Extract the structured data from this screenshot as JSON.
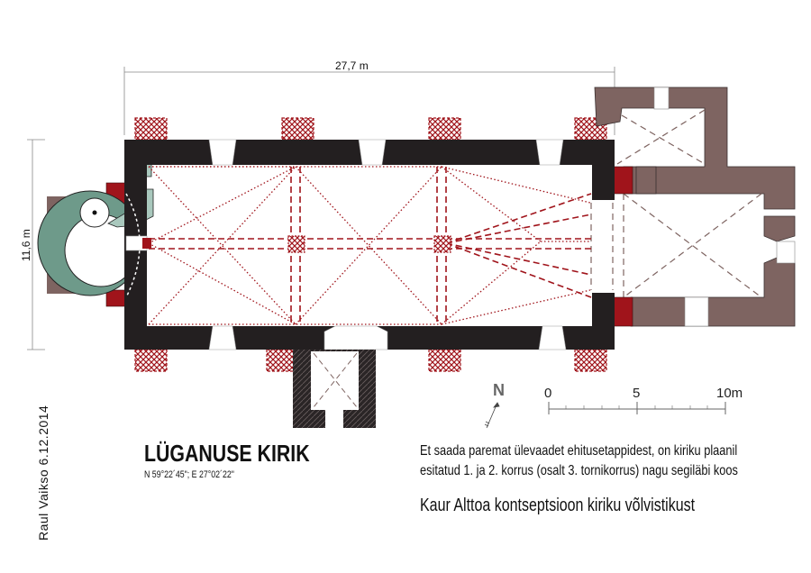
{
  "title": "LÜGANUSE KIRIK",
  "coordinates": "N 59°22´45\"; E 27°02´22\"",
  "note_lines": [
    "Et saada paremat ülevaadet ehitusetappidest, on kiriku plaanil",
    "esitatud 1. ja 2. korrus (osalt 3. tornikorrus) nagu segiläbi koos"
  ],
  "concept": "Kaur Alttoa kontseptsioon kiriku võlvistikust",
  "author": "Raul  Vaikso  6.12.2014",
  "dimensions": {
    "length": "27,7 m",
    "width": "11,6 m"
  },
  "north_label": "N",
  "scale": {
    "labels": [
      "0",
      "5",
      "10m"
    ]
  },
  "colors": {
    "nave_wall": "#231f20",
    "chancel_wall": "#7e6461",
    "red": "#a0141b",
    "tower": "#6e9a8a"
  }
}
